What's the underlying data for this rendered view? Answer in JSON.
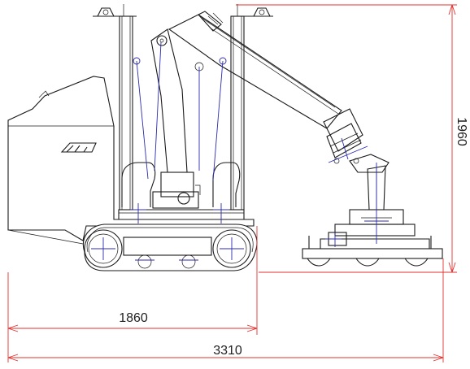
{
  "drawing": {
    "dimensions": {
      "length_to_track_end": "1860",
      "overall_length": "3310",
      "overall_height": "1960"
    },
    "colors": {
      "outline": "#1a1a1a",
      "dimension_lines": "#e0302e",
      "center_lines": "#2b2bb0",
      "background": "#ffffff"
    }
  }
}
